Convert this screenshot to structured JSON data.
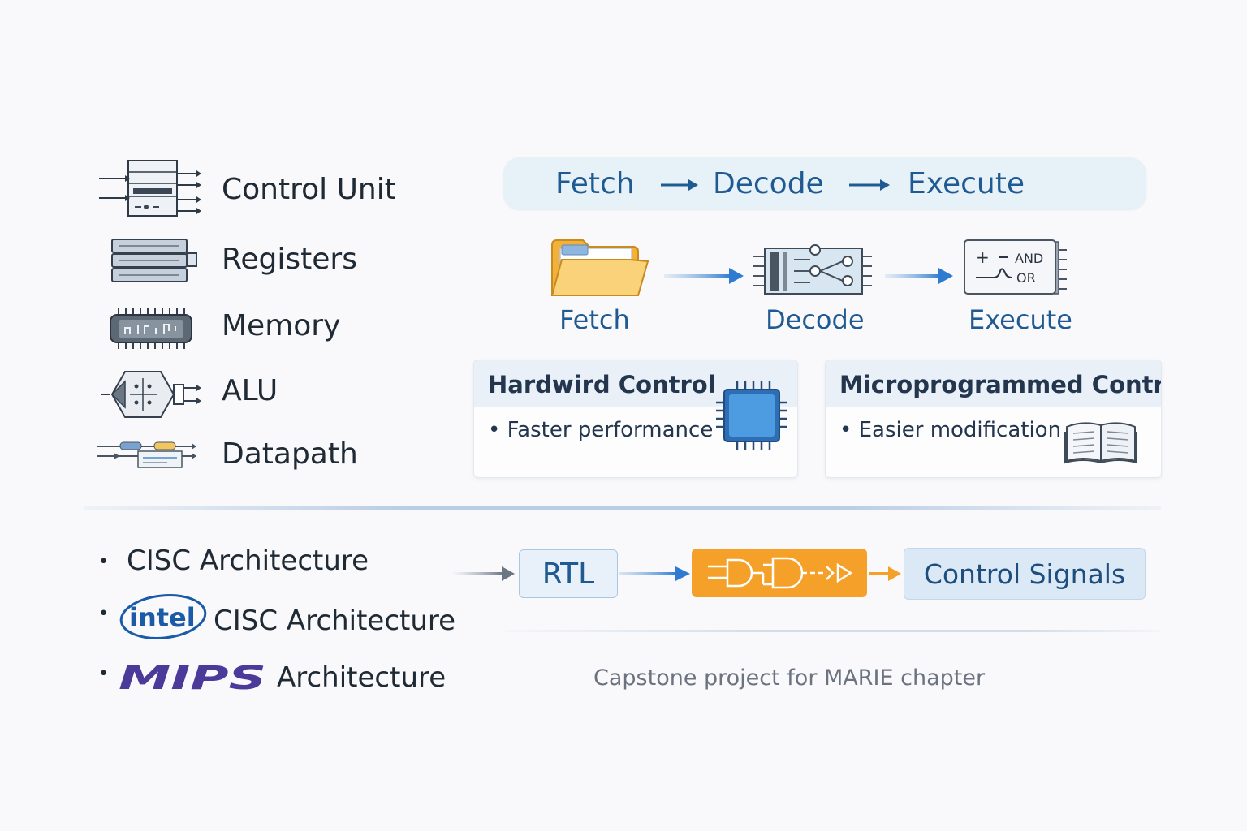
{
  "components": [
    {
      "label": "Control Unit",
      "icon": "control-unit-icon"
    },
    {
      "label": "Registers",
      "icon": "registers-icon"
    },
    {
      "label": "Memory",
      "icon": "memory-chip-icon"
    },
    {
      "label": "ALU",
      "icon": "alu-icon"
    },
    {
      "label": "Datapath",
      "icon": "datapath-icon"
    }
  ],
  "cycle_bar": {
    "steps": [
      "Fetch",
      "Decode",
      "Execute"
    ],
    "color": "#1f5b92"
  },
  "stages": [
    {
      "label": "Fetch",
      "icon": "folder-icon"
    },
    {
      "label": "Decode",
      "icon": "decoder-icon"
    },
    {
      "label": "Execute",
      "icon": "logic-unit-icon",
      "gate_labels": [
        "AND",
        "OR"
      ]
    }
  ],
  "control_cards": [
    {
      "title": "Hardwird Control",
      "bullet": "Faster performance",
      "icon": "cpu-chip-icon"
    },
    {
      "title": "Microprogrammed Control",
      "bullet": "Easier modification",
      "icon": "open-book-icon"
    }
  ],
  "architectures": [
    {
      "text": "CISC Architecture",
      "logo": ""
    },
    {
      "text": "CISC Architecture",
      "logo": "intel",
      "logo_icon": "intel-logo-icon"
    },
    {
      "text": "Architecture",
      "logo": "MIPS",
      "logo_icon": "mips-logo-icon"
    }
  ],
  "flow": {
    "rtl_label": "RTL",
    "gate_box_icon": "logic-gates-icon",
    "signals_label": "Control Signals",
    "orange": "#f5a029"
  },
  "caption": "Capstone project for MARIE chapter"
}
